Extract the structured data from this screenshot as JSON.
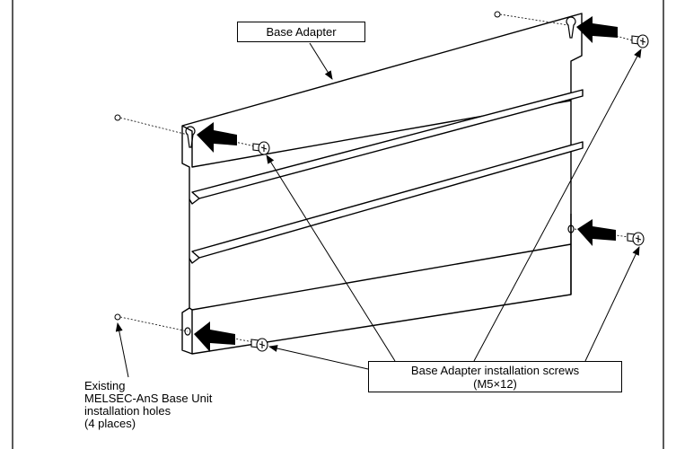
{
  "labels": {
    "base_adapter": "Base Adapter",
    "screws_line1": "Base Adapter installation screws",
    "screws_line2": "(M5×12)",
    "existing_line1": "Existing",
    "existing_line2": "MELSEC-AnS Base Unit",
    "existing_line3": "installation holes",
    "existing_line4": "(4 places)"
  },
  "colors": {
    "line": "#000000",
    "background": "#ffffff"
  }
}
